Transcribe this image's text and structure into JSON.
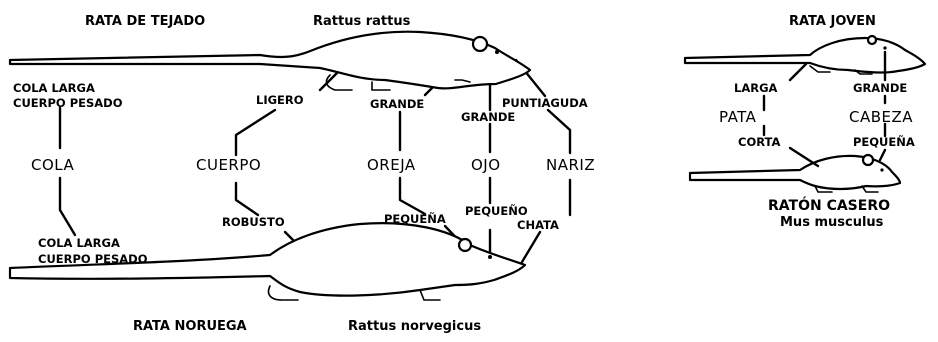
{
  "roof_rat": {
    "name": "RATA DE TEJADO",
    "scientific": "Rattus rattus"
  },
  "norway_rat": {
    "name": "RATA NORUEGA",
    "scientific": "Rattus norvegicus"
  },
  "young_rat": {
    "name": "RATA JOVEN"
  },
  "house_mouse": {
    "name": "RATÓN CASERO",
    "scientific": "Mus musculus"
  },
  "rat_features": {
    "tail": {
      "label": "COLA",
      "top": "COLA LARGA\nCUERPO PESADO",
      "bottom": "COLA LARGA\nCUERPO PESADO"
    },
    "body": {
      "label": "CUERPO",
      "top": "LIGERO",
      "bottom": "ROBUSTO"
    },
    "ear": {
      "label": "OREJA",
      "top": "GRANDE",
      "bottom": "PEQUEÑA"
    },
    "eye": {
      "label": "OJO",
      "top": "GRANDE",
      "bottom": "PEQUEÑO"
    },
    "nose": {
      "label": "NARIZ",
      "top": "PUNTIAGUDA",
      "bottom": "CHATA"
    }
  },
  "young_features": {
    "foot": {
      "label": "PATA",
      "top": "LARGA",
      "bottom": "CORTA"
    },
    "head": {
      "label": "CABEZA",
      "top": "GRANDE",
      "bottom": "PEQUEÑA"
    }
  }
}
